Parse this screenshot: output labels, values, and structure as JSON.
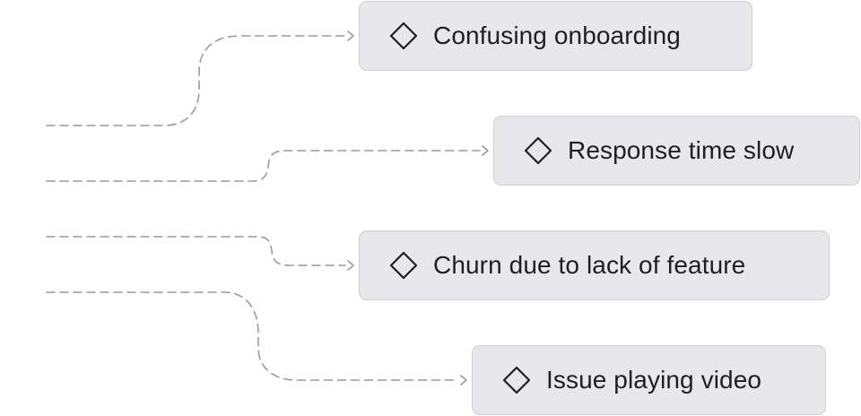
{
  "nodes": [
    {
      "label": "Confusing onboarding",
      "icon": "diamond-outline-icon"
    },
    {
      "label": "Response time slow",
      "icon": "diamond-outline-icon"
    },
    {
      "label": "Churn due to lack of feature",
      "icon": "diamond-outline-icon"
    },
    {
      "label": "Issue playing video",
      "icon": "diamond-outline-icon"
    }
  ],
  "colors": {
    "node_background": "#e8e8ea",
    "node_border": "#cfcfd2",
    "text": "#1f1f22",
    "connector": "#9a9a9a"
  }
}
